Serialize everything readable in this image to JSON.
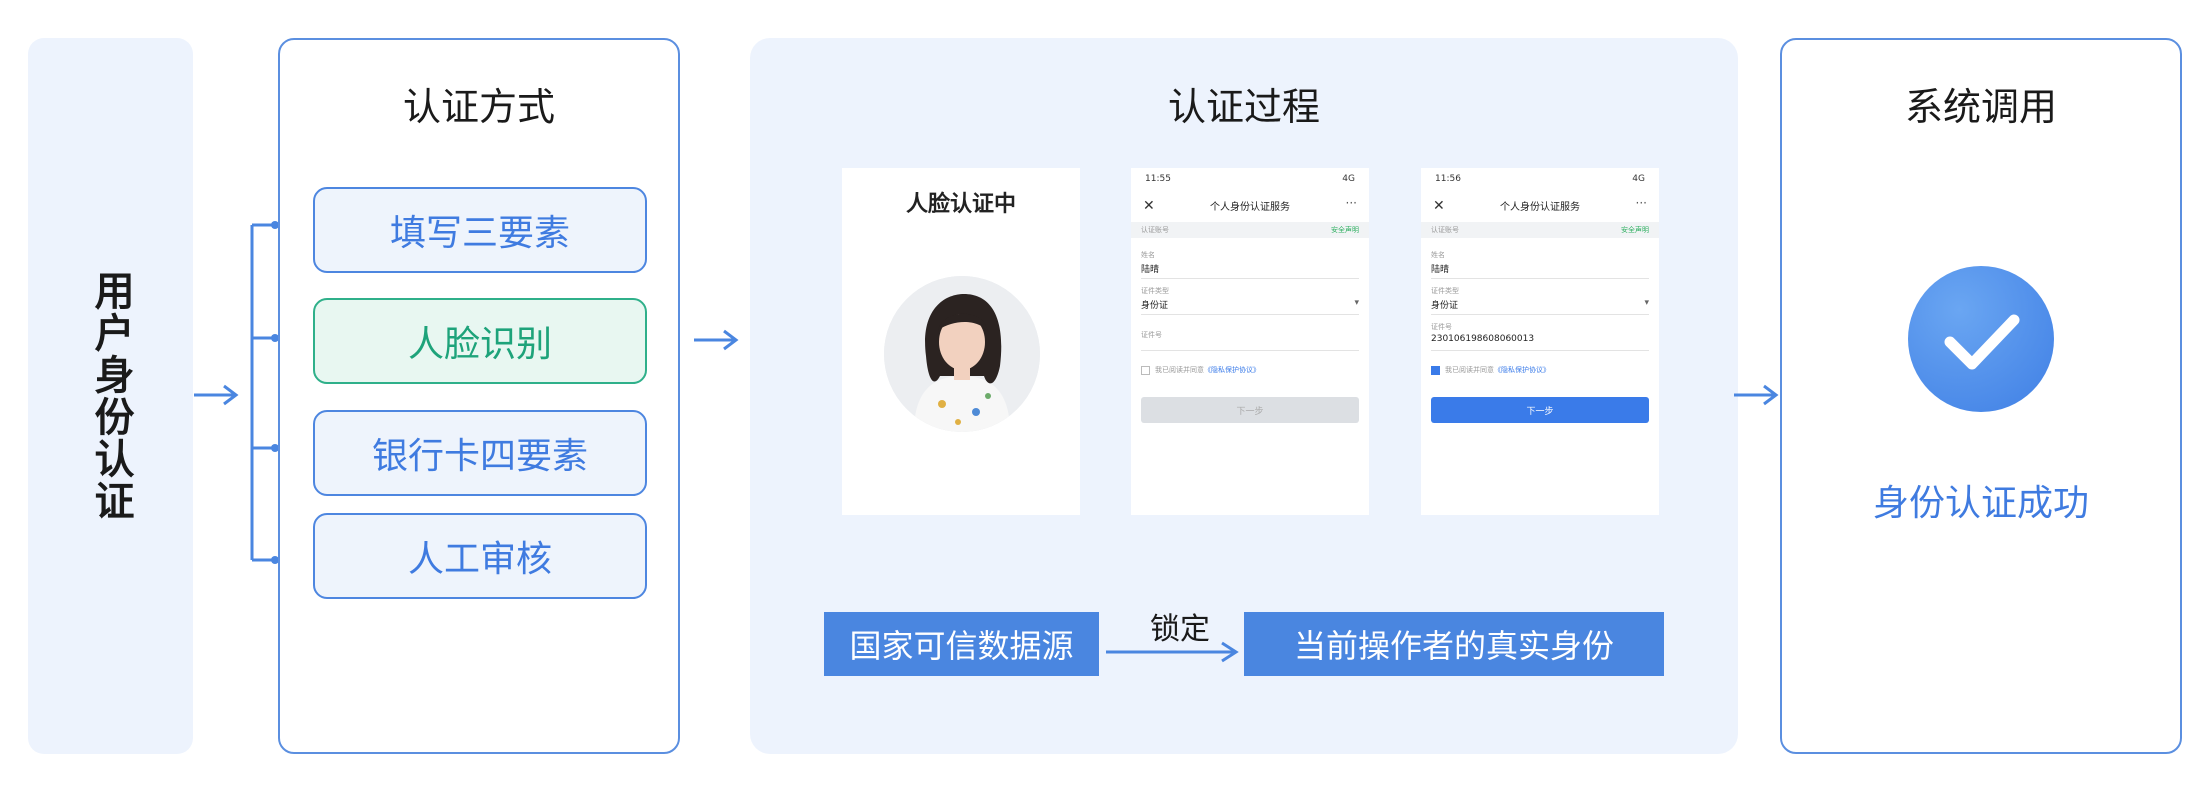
{
  "left": {
    "label": "用户身份认证"
  },
  "methods": {
    "title": "认证方式",
    "items": [
      {
        "label": "填写三要素",
        "active": false
      },
      {
        "label": "人脸识别",
        "active": true
      },
      {
        "label": "银行卡四要素",
        "active": false
      },
      {
        "label": "人工审核",
        "active": false
      }
    ]
  },
  "process": {
    "title": "认证过程",
    "face_screen": {
      "title": "人脸认证中"
    },
    "phone_form": {
      "status_time": "11:55",
      "status_right": "4G",
      "close": "✕",
      "more": "···",
      "title": "个人身份认证服务",
      "strip_left": "认证账号",
      "strip_right": "安全声明",
      "name_label": "姓名",
      "name_value": "陆晴",
      "type_label": "证件类型",
      "type_value": "身份证",
      "id_label": "证件号",
      "agree_text": "我已阅读并同意",
      "agree_link": "《隐私保护协议》",
      "button": "下一步"
    },
    "phone_filled": {
      "status_time": "11:56",
      "status_right": "4G",
      "close": "✕",
      "more": "···",
      "title": "个人身份认证服务",
      "strip_left": "认证账号",
      "strip_right": "安全声明",
      "name_label": "姓名",
      "name_value": "陆晴",
      "type_label": "证件类型",
      "type_value": "身份证",
      "id_label": "证件号",
      "id_value": "230106198608060013",
      "agree_text": "我已阅读并同意",
      "agree_link": "《隐私保护协议》",
      "button": "下一步"
    },
    "source_box": "国家可信数据源",
    "lock_label": "锁定",
    "target_box": "当前操作者的真实身份"
  },
  "system": {
    "title": "系统调用",
    "result": "身份认证成功"
  },
  "colors": {
    "accent": "#4a86e0",
    "active_green": "#1ea37a",
    "panel_bg": "#edf3fd"
  },
  "icons": [
    "check-icon",
    "arrow-right-icon",
    "close-icon",
    "chevron-down-icon"
  ]
}
